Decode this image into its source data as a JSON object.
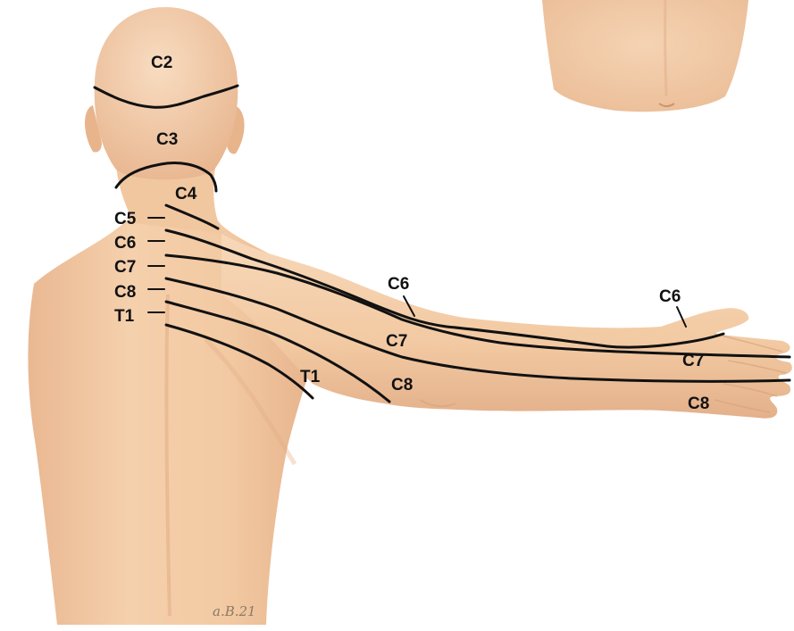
{
  "colors": {
    "skin": "#f3cca6",
    "skin_shadow": "#e2ad84",
    "skin_highlight": "#f8dcc0",
    "boundary_line": "#111111",
    "label_text": "#111111"
  },
  "labels": {
    "head": "C2",
    "upper_neck": "C3",
    "lower_neck": "C4",
    "c5_side": "C5",
    "c6_side": "C6",
    "c7_side": "C7",
    "c8_side": "C8",
    "t1_side": "T1",
    "arm_c6": "C6",
    "arm_c7": "C7",
    "arm_c8": "C8",
    "arm_t1": "T1",
    "hand_c6": "C6",
    "hand_c7": "C7",
    "hand_c8": "C8"
  },
  "signature": "a.B.21"
}
